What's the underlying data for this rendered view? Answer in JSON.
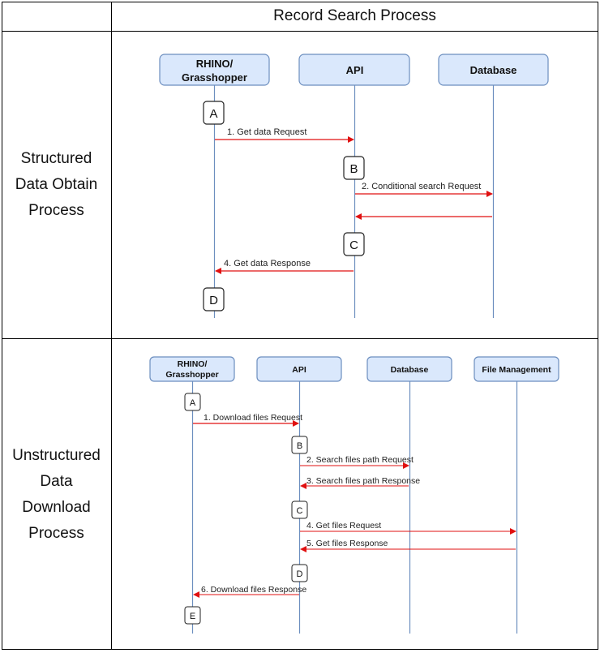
{
  "table": {
    "title": "Record Search Process"
  },
  "sections": [
    {
      "label_lines": [
        "Structured",
        "Data Obtain",
        "Process"
      ],
      "participants": [
        {
          "line1": "RHINO/",
          "line2": "Grasshopper"
        },
        {
          "line1": "API",
          "line2": ""
        },
        {
          "line1": "Database",
          "line2": ""
        }
      ],
      "activations": [
        "A",
        "B",
        "C",
        "D"
      ],
      "messages": [
        {
          "text": "1. Get data Request"
        },
        {
          "text": "2. Conditional search Request"
        },
        {
          "text": ""
        },
        {
          "text": "4. Get data Response"
        }
      ]
    },
    {
      "label_lines": [
        "Unstructured",
        "Data",
        "Download",
        "Process"
      ],
      "participants": [
        {
          "line1": "RHINO/",
          "line2": "Grasshopper"
        },
        {
          "line1": "API",
          "line2": ""
        },
        {
          "line1": "Database",
          "line2": ""
        },
        {
          "line1": "File Management",
          "line2": ""
        }
      ],
      "activations": [
        "A",
        "B",
        "C",
        "D",
        "E"
      ],
      "messages": [
        {
          "text": "1. Download files Request"
        },
        {
          "text": "2. Search files path Request"
        },
        {
          "text": "3. Search files path Response"
        },
        {
          "text": "4. Get files Request"
        },
        {
          "text": "5. Get files Response"
        },
        {
          "text": "6. Download files Response"
        }
      ]
    }
  ],
  "colors": {
    "box_fill": "#dae8fc",
    "box_stroke": "#6c8ebf",
    "lifeline": "#6c8ebf",
    "arrow": "#e01010",
    "grid": "#000000"
  }
}
